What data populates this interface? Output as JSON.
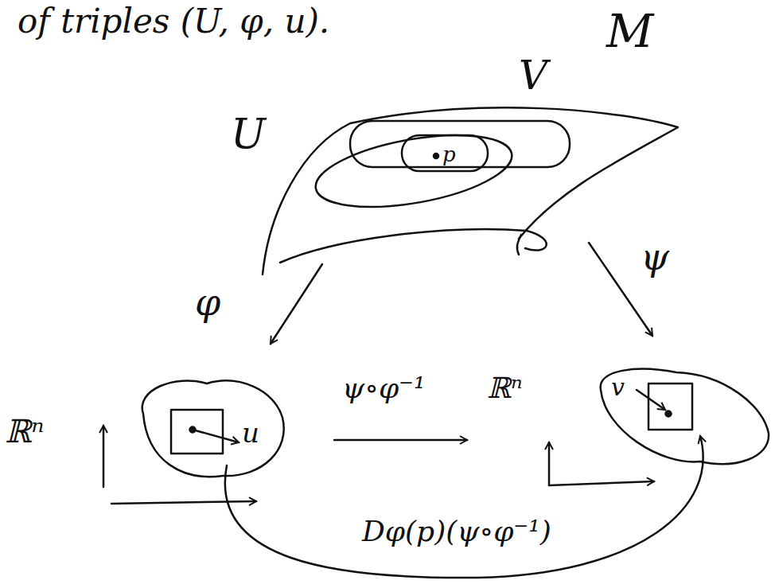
{
  "diagram": {
    "labels": [
      "of triples (U, φ, u).",
      "M",
      "V",
      "U",
      "p",
      "φ",
      "ψ",
      "ℝⁿ",
      "ψ∘φ⁻¹",
      "ℝⁿ",
      "u",
      "v",
      "Dφ(p)(ψ∘φ⁻¹)"
    ]
  }
}
